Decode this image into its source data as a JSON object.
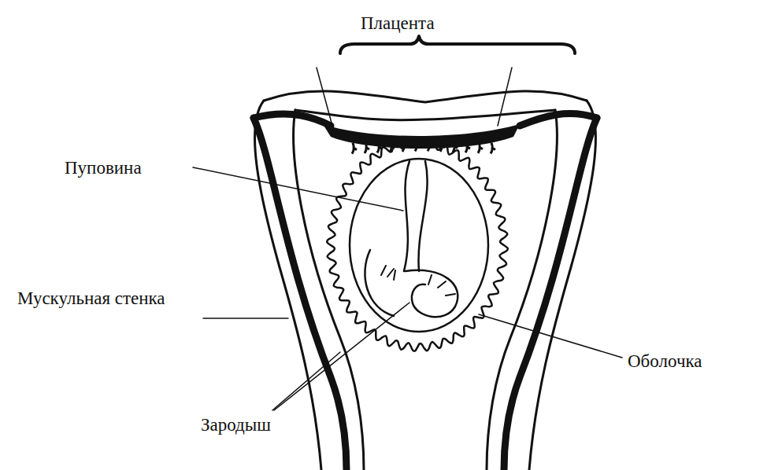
{
  "diagram": {
    "labels": [
      "Плацента",
      "Пуповина",
      "Мускульная стенка",
      "Оболочка",
      "Зародыш"
    ]
  }
}
